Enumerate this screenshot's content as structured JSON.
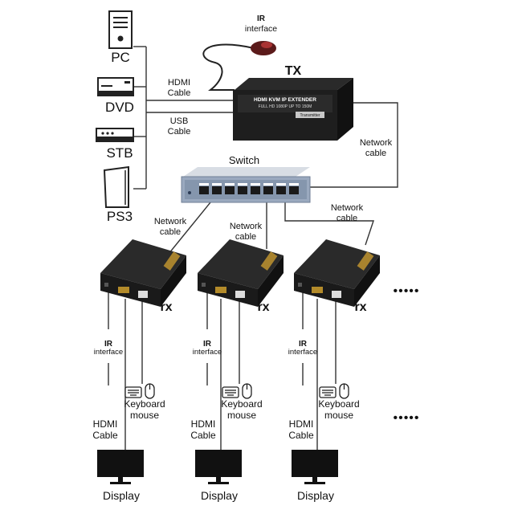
{
  "sources": [
    "PC",
    "DVD",
    "STB",
    "PS3"
  ],
  "cables": {
    "hdmi": "HDMI\nCable",
    "usb": "USB\nCable",
    "network": "Network\ncable"
  },
  "tx": {
    "title": "TX",
    "ir_title": "IR",
    "ir_sub": "interface",
    "device_text": "HDMI KVM IP EXTENDER",
    "device_sub": "FULL HD 1080P UP TO 150M",
    "device_badge": "Transmitter"
  },
  "switch": {
    "title": "Switch"
  },
  "rx": {
    "title": "rx",
    "ir_title": "IR",
    "ir_sub": "interface",
    "kbd_label": "Keyboard\nmouse",
    "hdmi_label": "HDMI\nCable",
    "display_label": "Display"
  },
  "ellipsis": "•••••"
}
